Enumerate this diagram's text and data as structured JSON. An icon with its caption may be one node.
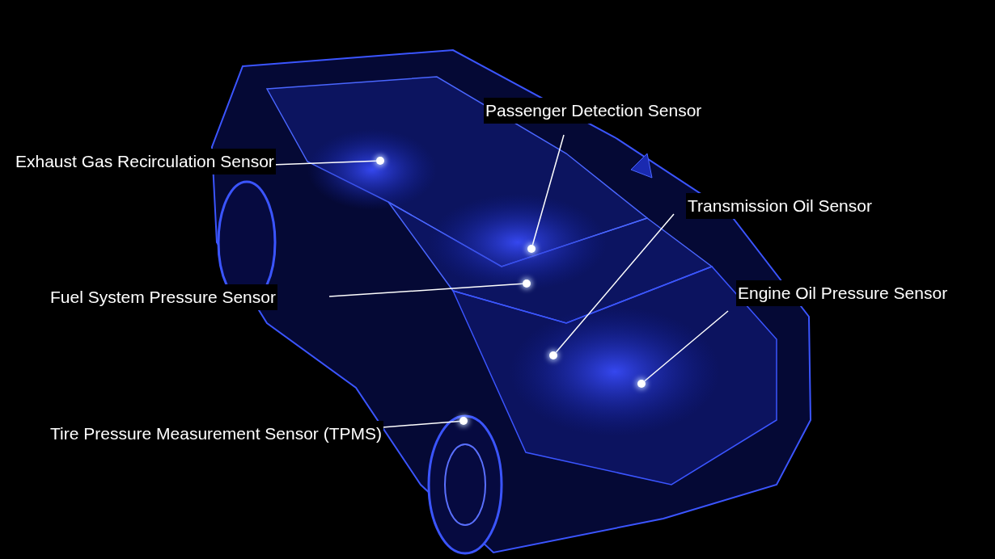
{
  "diagram": {
    "nodes": [
      {
        "text": [
          "Exhaust Gas Recirculation Sensor"
        ]
      },
      {
        "text": [
          "Passenger Detection Sensor"
        ]
      },
      {
        "text": [
          "Transmission Oil Sensor"
        ]
      },
      {
        "text": [
          "Fuel System Pressure Sensor"
        ]
      },
      {
        "text": [
          "Engine Oil Pressure Sensor"
        ]
      },
      {
        "text": [
          "Tire Pressure Measurement Sensor (TPMS)"
        ]
      },
      {
        "text": [],
        "shape": "circle"
      },
      {
        "text": [],
        "shape": "circle"
      },
      {
        "text": [],
        "shape": "circle"
      },
      {
        "text": [],
        "shape": "circle"
      },
      {
        "text": [],
        "shape": "circle"
      },
      {
        "text": [],
        "shape": "circle"
      }
    ],
    "edges": [
      {
        "from": 0,
        "to": 6,
        "arrow": "none"
      },
      {
        "from": 1,
        "to": 7,
        "arrow": "none"
      },
      {
        "from": 2,
        "to": 8,
        "arrow": "none"
      },
      {
        "from": 3,
        "to": 9,
        "arrow": "none"
      },
      {
        "from": 4,
        "to": 10,
        "arrow": "none"
      },
      {
        "from": 5,
        "to": 11,
        "arrow": "none"
      }
    ]
  }
}
